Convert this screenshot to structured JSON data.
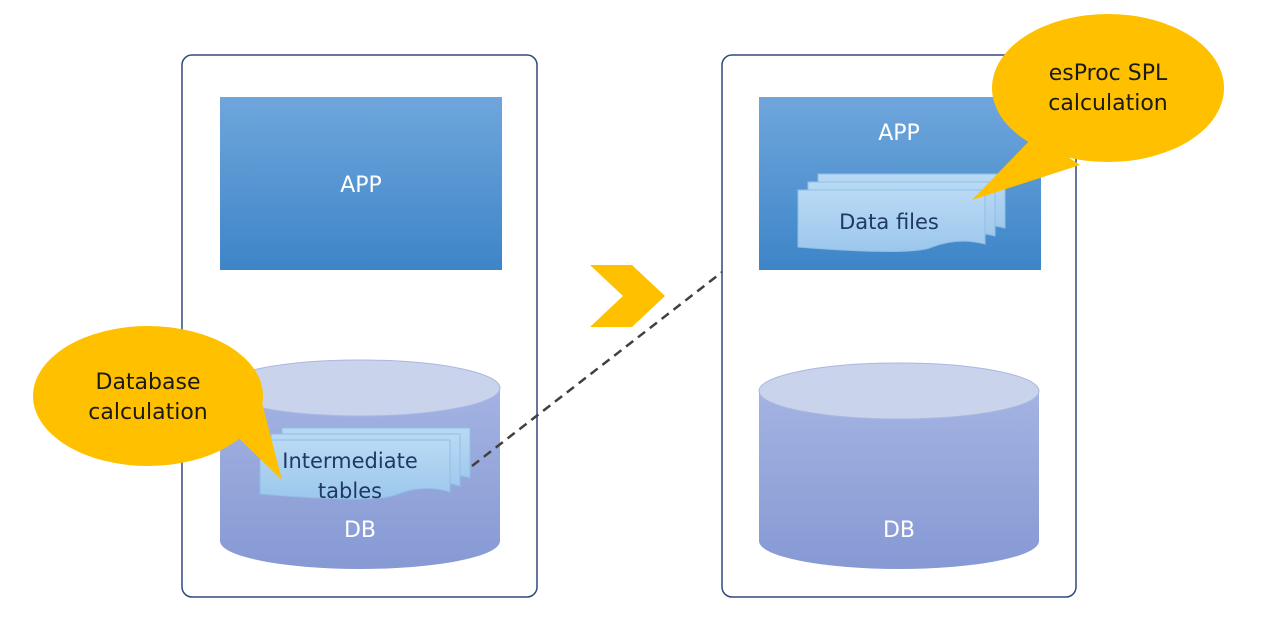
{
  "diagram": {
    "left_system": {
      "app_label": "APP",
      "db_label": "DB",
      "tables_label_line1": "Intermediate",
      "tables_label_line2": "tables",
      "callout_line1": "Database",
      "callout_line2": "calculation"
    },
    "right_system": {
      "app_label": "APP",
      "db_label": "DB",
      "files_label": "Data files",
      "callout_line1": "esProc SPL",
      "callout_line2": "calculation"
    }
  },
  "colors": {
    "frame": "#2F4A7A",
    "app_top": "#6FA6DC",
    "app_bottom": "#3D85C8",
    "db_top": "#C9D3EC",
    "db_body": "#93A5DB",
    "doc_fill": "#A9D0F0",
    "callout": "#FFC000",
    "arrow": "#FFC000",
    "connector": "#404040"
  }
}
